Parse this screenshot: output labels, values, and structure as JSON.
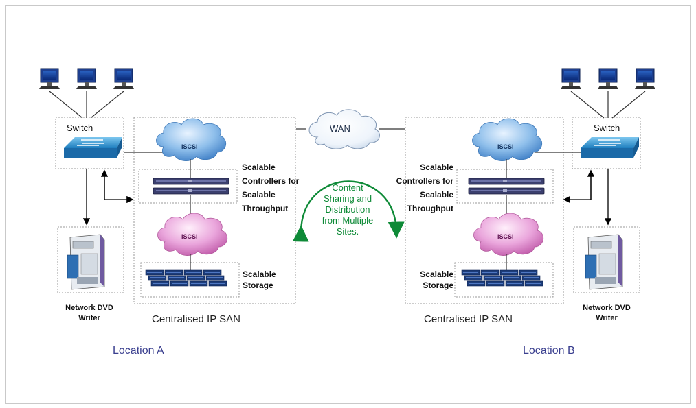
{
  "diagram": {
    "wan_label": "WAN",
    "center_note": [
      "Content",
      "Sharing and",
      "Distribution",
      "from Multiple",
      "Sites."
    ],
    "location_a": {
      "name": "Location A",
      "switch_label": "Switch",
      "san_label": "Centralised IP SAN",
      "cloud_top": "iSCSI",
      "cloud_bottom": "iSCSI",
      "controllers_label": [
        "Scalable",
        "Controllers for",
        "Scalable",
        "Throughput"
      ],
      "storage_label": [
        "Scalable",
        "Storage"
      ],
      "writer_label": [
        "Network DVD",
        "Writer"
      ]
    },
    "location_b": {
      "name": "Location B",
      "switch_label": "Switch",
      "san_label": "Centralised IP SAN",
      "cloud_top": "iSCSI",
      "cloud_bottom": "iSCSI",
      "controllers_label": [
        "Scalable",
        "Controllers for",
        "Scalable",
        "Throughput"
      ],
      "storage_label": [
        "Scalable",
        "Storage"
      ],
      "writer_label": [
        "Network DVD",
        "Writer"
      ]
    },
    "colors": {
      "cloud_blue": "#6fa8e0",
      "cloud_pink": "#e79ad6",
      "switch": "#3b9bd3",
      "arrow_green": "#0e8a37",
      "location_text": "#3a3f8f"
    }
  }
}
